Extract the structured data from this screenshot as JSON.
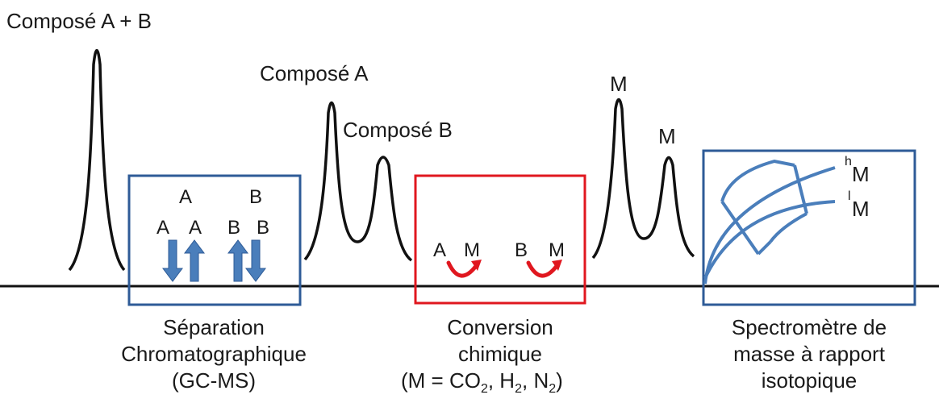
{
  "peaks": {
    "compound_ab": "Composé A + B",
    "compound_a": "Composé A",
    "compound_b": "Composé B",
    "m_heavy": "M",
    "m_light": "M"
  },
  "separation": {
    "top_a": "A",
    "top_b": "B",
    "row_a1": "A",
    "row_a2": "A",
    "row_b1": "B",
    "row_b2": "B",
    "caption_line1": "Séparation",
    "caption_line2": "Chromatographique",
    "caption_line3": "(GC-MS)"
  },
  "conversion": {
    "a_label": "A",
    "m_label_1": "M",
    "b_label": "B",
    "m_label_2": "M",
    "caption_line1": "Conversion",
    "caption_line2": "chimique",
    "formula_prefix": "(M = CO",
    "formula_co2_sub": "2",
    "formula_h": ", H",
    "formula_h2_sub": "2",
    "formula_n": ", N",
    "formula_n2_sub": "2",
    "formula_suffix": ")"
  },
  "spectrometer": {
    "heavy_sup": "h",
    "heavy_m": "M",
    "light_sup": "l",
    "light_m": "M",
    "caption_line1": "Spectromètre de",
    "caption_line2": "masse à rapport",
    "caption_line3": "isotopique"
  },
  "colors": {
    "box_blue": "#2e5b97",
    "box_red": "#e0171f",
    "arrow_blue": "#4a7ebb",
    "curve_blue": "#4a7ebb",
    "conversion_arrow_red": "#e0171f",
    "peaks": "#111111"
  }
}
